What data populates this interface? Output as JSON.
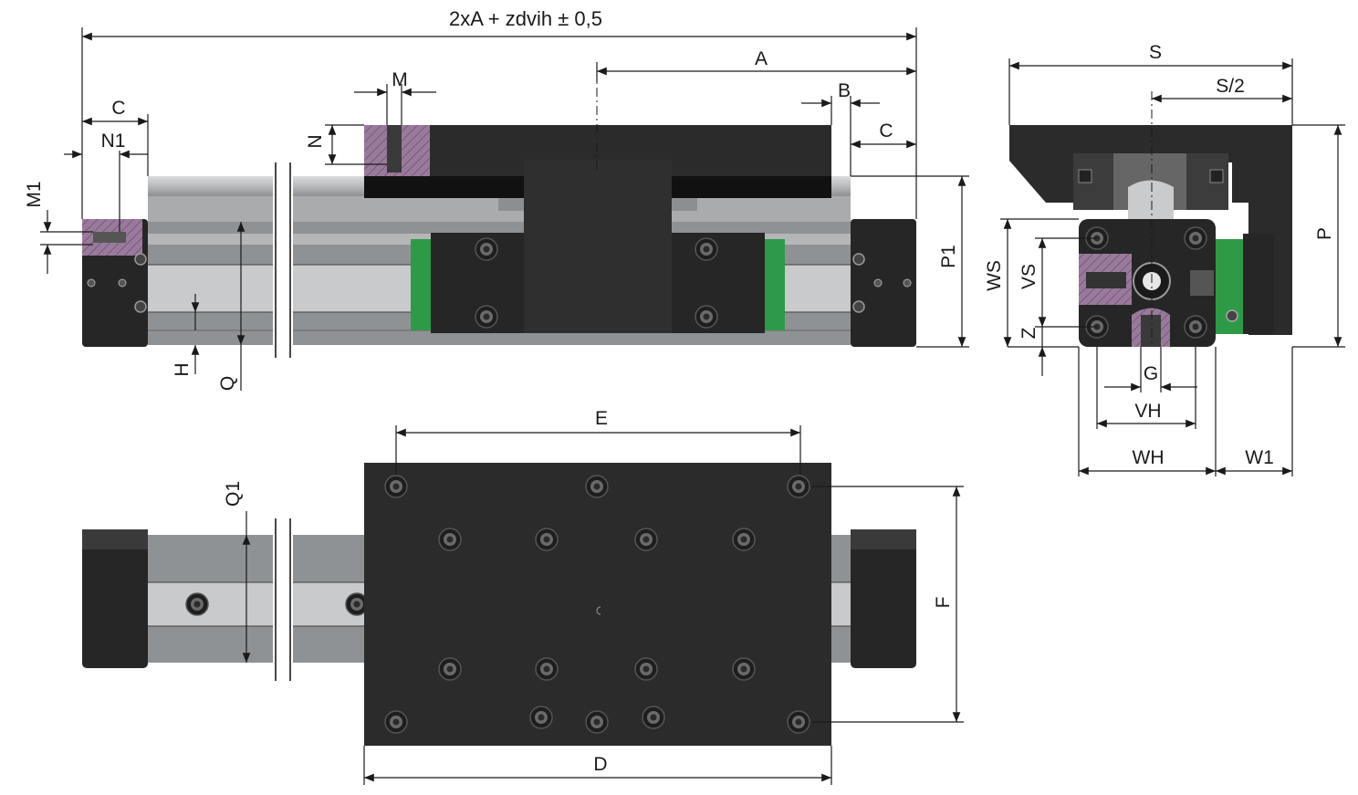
{
  "labels": {
    "overall_length": "2xA + zdvih ± 0,5",
    "A": "A",
    "B": "B",
    "C_left": "C",
    "C_right": "C",
    "N1": "N1",
    "M": "M",
    "N": "N",
    "M1": "M1",
    "P1": "P1",
    "H": "H",
    "Q": "Q",
    "S": "S",
    "S_half": "S/2",
    "P": "P",
    "WS": "WS",
    "VS": "VS",
    "Z": "Z",
    "G": "G",
    "VH": "VH",
    "WH": "WH",
    "W1": "W1",
    "E": "E",
    "F": "F",
    "D": "D",
    "Q1": "Q1"
  },
  "colors": {
    "body_dark": "#2b2b2b",
    "rail_light": "#c2c4c6",
    "rail_mid": "#8f9295",
    "guide_green": "#2e9a48",
    "section_hatch": "#9a7a9c",
    "dimension_line": "#1a1a1a"
  }
}
